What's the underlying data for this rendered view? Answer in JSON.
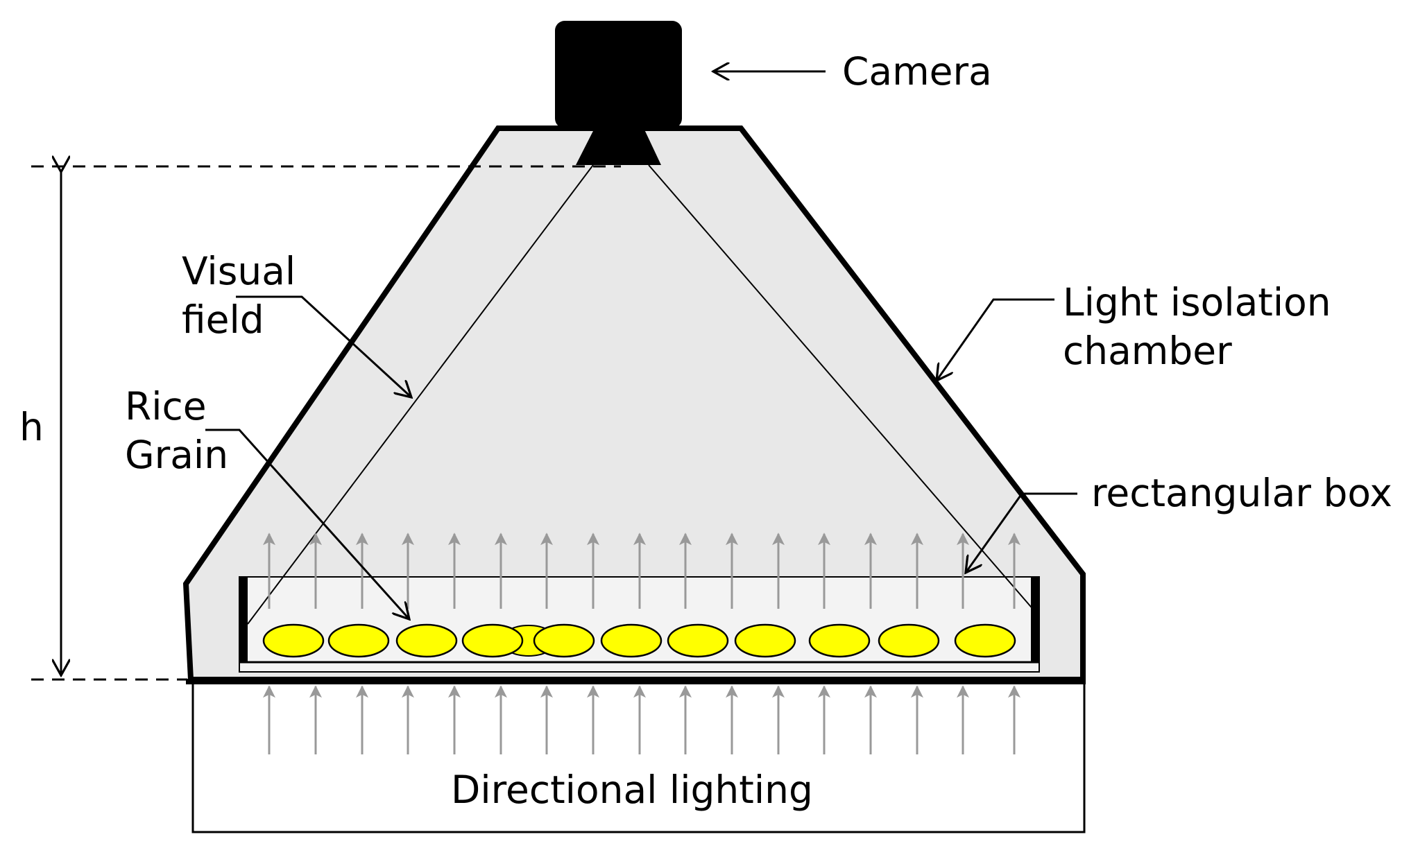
{
  "labels": {
    "camera": "Camera",
    "visual_field": [
      "Visual",
      "field"
    ],
    "light_isolation_chamber": [
      "Light isolation",
      "chamber"
    ],
    "rice_grain": [
      "Rice",
      "Grain"
    ],
    "height": "h",
    "rectangular_box": "rectangular box",
    "directional_lighting": "Directional lighting"
  },
  "colors": {
    "chamber_fill": "#e8e8e8",
    "rice_fill": "#ffff00",
    "light_arrow": "#999999",
    "outline": "#000000"
  },
  "icons": {
    "camera": "camera-icon",
    "light_ray": "up-arrow-icon"
  }
}
